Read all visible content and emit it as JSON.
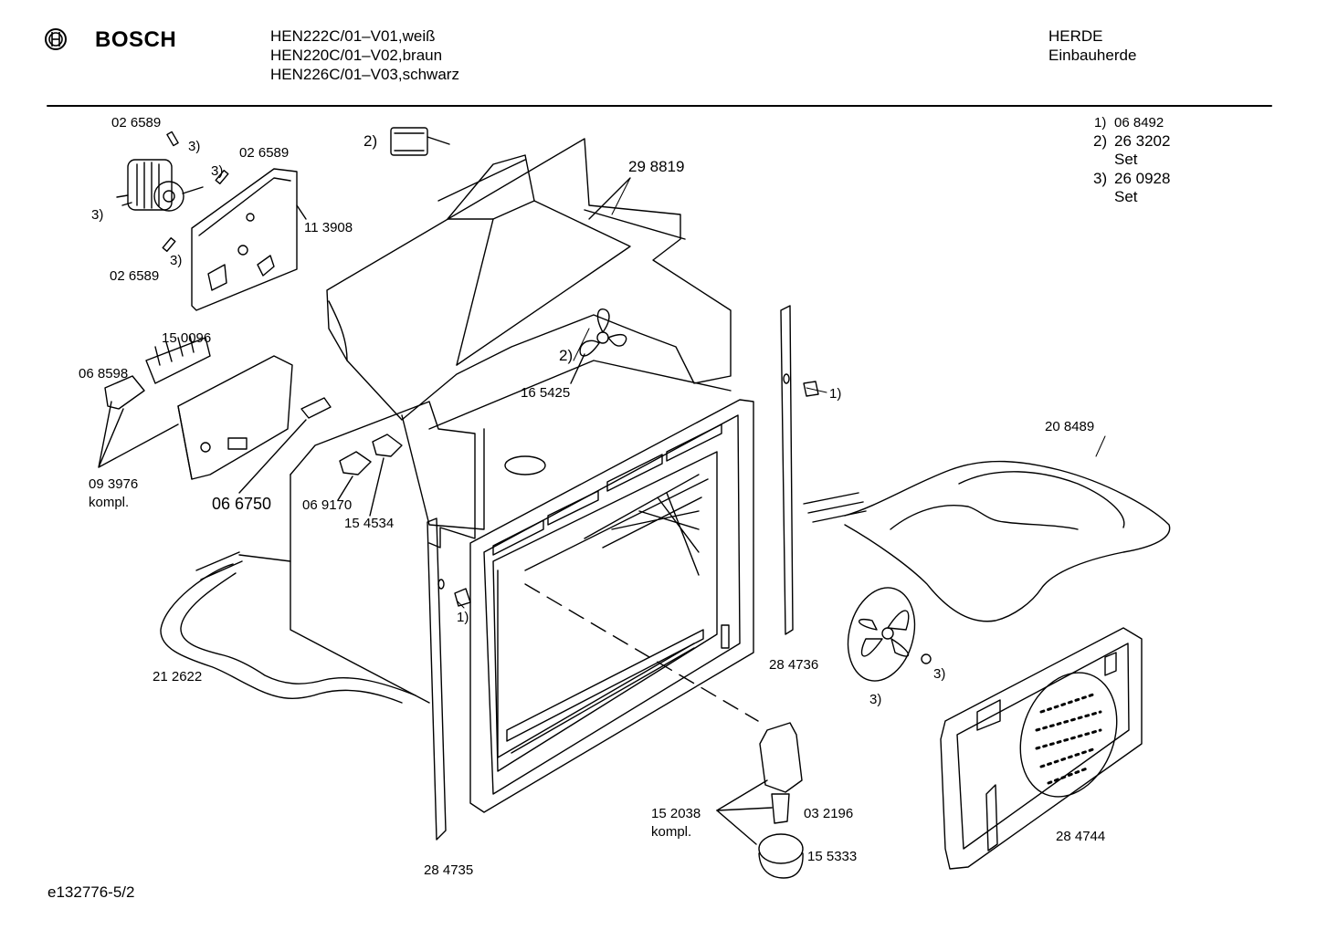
{
  "header": {
    "brand": "BOSCH",
    "models": [
      "HEN222C/01–V01,weiß",
      "HEN220C/01–V02,braun",
      "HEN226C/01–V03,schwarz"
    ],
    "category": "HERDE",
    "subcategory": "Einbauherde"
  },
  "legend": [
    {
      "key": "1)",
      "value": "06 8492"
    },
    {
      "key": "2)",
      "value": "26 3202",
      "note": "Set"
    },
    {
      "key": "3)",
      "value": "26 0928",
      "note": "Set"
    }
  ],
  "parts": {
    "p026589a": "02 6589",
    "p026589b": "02 6589",
    "p026589c": "02 6589",
    "p113908": "11 3908",
    "p298819": "29 8819",
    "p150096": "15 0096",
    "p068598": "06 8598",
    "p093976": "09 3976",
    "kompl1": "kompl.",
    "p066750": "06 6750",
    "p069170": "06 9170",
    "p154534": "15 4534",
    "p165425": "16 5425",
    "p208489": "20 8489",
    "p212622": "21 2622",
    "p284736": "28 4736",
    "p152038": "15 2038",
    "kompl2": "kompl.",
    "p032196": "03 2196",
    "p155333": "15 5333",
    "p284744": "28 4744",
    "p284735": "28 4735"
  },
  "callouts": {
    "c3a": "3)",
    "c3b": "3)",
    "c3c": "3)",
    "c3d": "3)",
    "c2a": "2)",
    "c2b": "2)",
    "c1a": "1)",
    "c1b": "1)",
    "c3e": "3)",
    "c3f": "3)"
  },
  "footer": {
    "drawing_id": "e132776-5/2"
  }
}
